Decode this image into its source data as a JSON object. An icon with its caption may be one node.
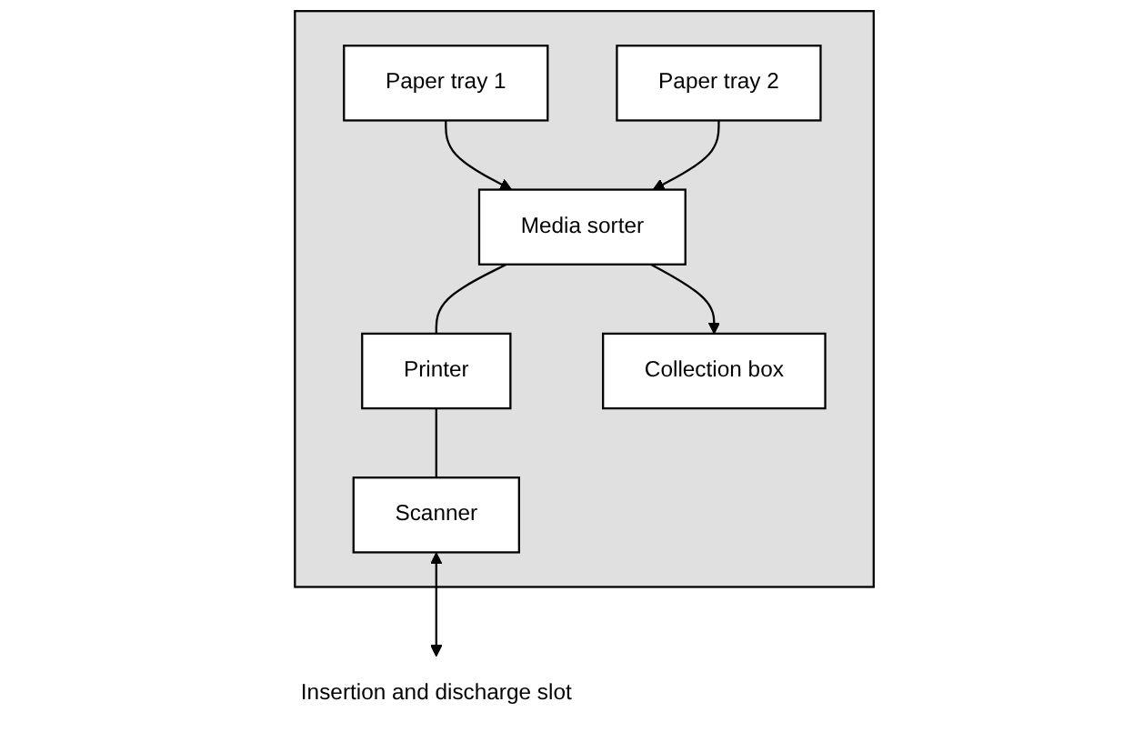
{
  "diagram": {
    "nodes": [
      {
        "text": [],
        "shape": "box"
      },
      {
        "text": [
          "Media sorter"
        ],
        "in": 0
      },
      {
        "text": [
          "Printer"
        ],
        "in": 0
      },
      {
        "text": [
          "Scanner"
        ],
        "in": 0
      },
      {
        "text": [
          "Collection box"
        ],
        "in": 0
      },
      {
        "text": [
          "Paper tray 1"
        ],
        "in": 0
      },
      {
        "text": [
          "Paper tray 2"
        ],
        "in": 0
      },
      {
        "text": [
          "Insertion and discharge slot"
        ]
      }
    ],
    "edges": [
      {
        "from": 1,
        "to": 2,
        "arrow": "none"
      },
      {
        "from": 2,
        "to": 3,
        "arrow": "none"
      },
      {
        "from": 1,
        "to": 4,
        "arrow": "to"
      },
      {
        "from": 5,
        "to": 1,
        "arrow": "to"
      },
      {
        "from": 6,
        "to": 1,
        "arrow": "to"
      },
      {
        "from": 3,
        "to": 7,
        "arrow": "both"
      }
    ]
  }
}
